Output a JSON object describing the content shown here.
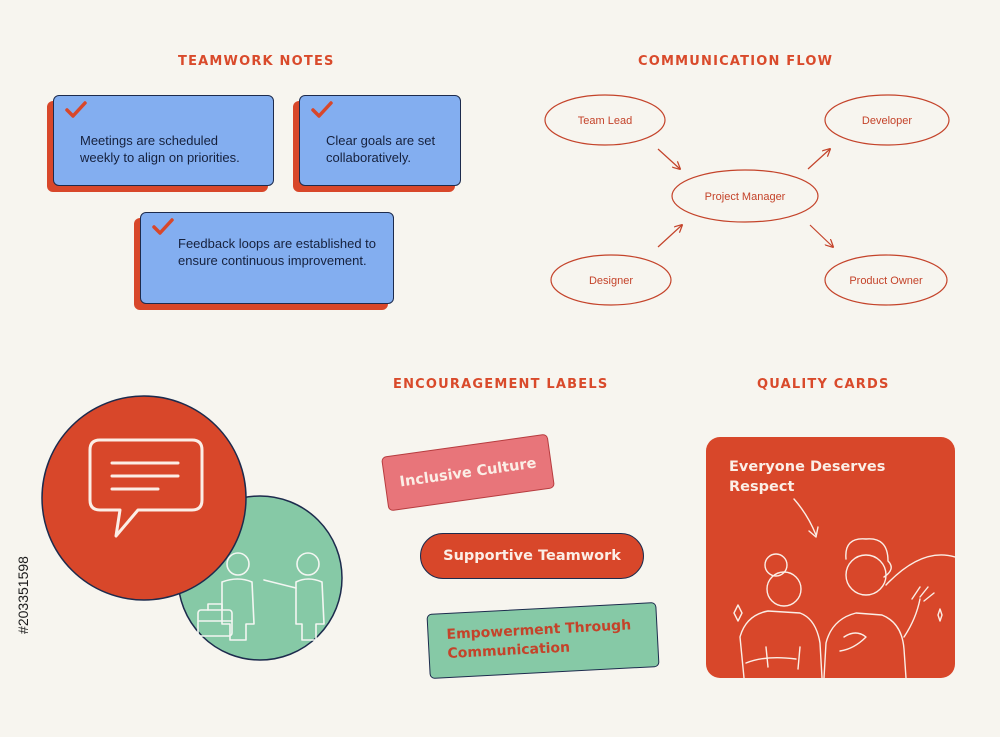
{
  "sections": {
    "teamwork_notes": "TEAMWORK NOTES",
    "communication_flow": "COMMUNICATION FLOW",
    "encouragement_labels": "ENCOURAGEMENT LABELS",
    "quality_cards": "QUALITY CARDS"
  },
  "notes": [
    {
      "text": "Meetings are scheduled weekly to align on priorities."
    },
    {
      "text": "Clear goals are set collaboratively."
    },
    {
      "text": "Feedback loops are established to ensure continuous improvement."
    }
  ],
  "flow": {
    "nodes": [
      "Team Lead",
      "Developer",
      "Project Manager",
      "Designer",
      "Product Owner"
    ]
  },
  "labels": [
    {
      "text": "Inclusive Culture"
    },
    {
      "text": "Supportive Teamwork"
    },
    {
      "text": "Empowerment Through Communication"
    }
  ],
  "quality_card": {
    "text": "Everyone Deserves Respect"
  },
  "stock_id": "#203351598",
  "colors": {
    "accent": "#d8472a",
    "note_blue": "#83aef0",
    "green": "#86c9a6",
    "pink": "#e8757a",
    "background": "#f7f5ef"
  },
  "icons": [
    "check-icon",
    "chat-bubble-icon",
    "briefcase-icon"
  ]
}
